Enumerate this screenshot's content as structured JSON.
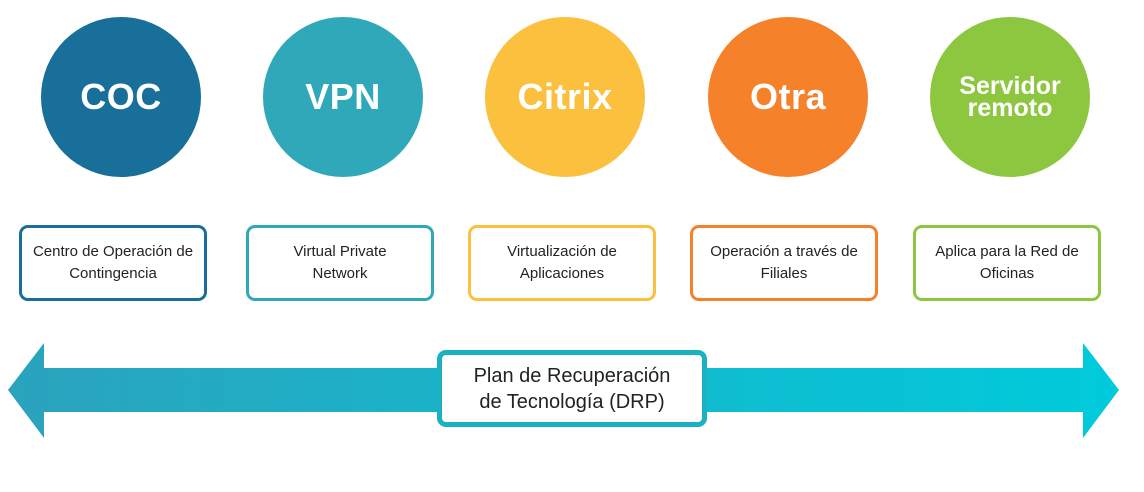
{
  "circles": [
    {
      "label": "COC",
      "color": "#176f9a"
    },
    {
      "label": "VPN",
      "color": "#2fa8b9"
    },
    {
      "label": "Citrix",
      "color": "#fbc03d"
    },
    {
      "label": "Otra",
      "color": "#f5822a"
    },
    {
      "label": "Servidor remoto",
      "color": "#8dc73f"
    }
  ],
  "descriptions": [
    {
      "text": "Centro de Operación de Contingencia",
      "color": "#176f9a"
    },
    {
      "text": "Virtual Private Network",
      "color": "#2fa8b9"
    },
    {
      "text": "Virtualización de Aplicaciones",
      "color": "#fbc03d"
    },
    {
      "text": "Operación a través de Filiales",
      "color": "#f5822a"
    },
    {
      "text": "Aplica para la Red de Oficinas",
      "color": "#8dc73f"
    }
  ],
  "arrow": {
    "label": "Plan de Recuperación de Tecnología (DRP)",
    "color_start": "#2ba3bd",
    "color_end": "#00cbdb"
  }
}
